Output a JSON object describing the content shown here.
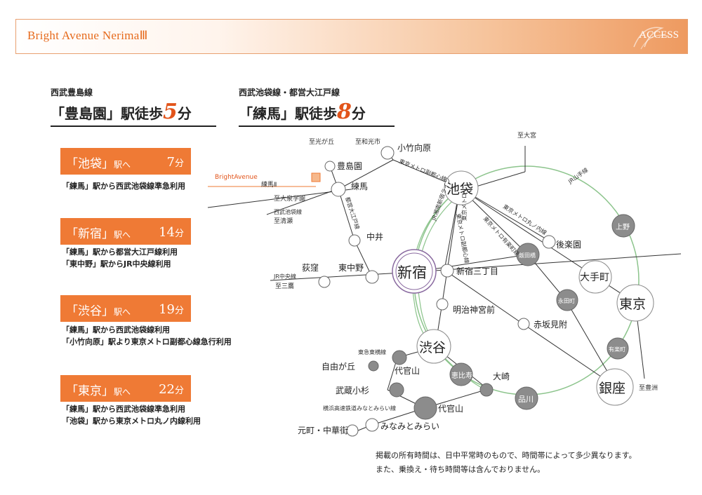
{
  "header": {
    "title": "Bright Avenue NerimaⅢ",
    "access": "ACCESS"
  },
  "walk": [
    {
      "line": "西武豊島線",
      "pre": "「豊島園」駅徒歩",
      "num": "5",
      "unit": "分"
    },
    {
      "line": "西武池袋線・都営大江戸線",
      "pre": "「練馬」駅徒歩",
      "num": "8",
      "unit": "分"
    }
  ],
  "routes": [
    {
      "station": "「池袋」",
      "suffix": "駅へ",
      "time": "7",
      "unit": "分",
      "notes": [
        "「練馬」駅から西武池袋線準急利用"
      ]
    },
    {
      "station": "「新宿」",
      "suffix": "駅へ",
      "time": "14",
      "unit": "分",
      "notes": [
        "「練馬」駅から都営大江戸線利用",
        "「東中野」駅からJR中央線利用"
      ]
    },
    {
      "station": "「渋谷」",
      "suffix": "駅へ",
      "time": "19",
      "unit": "分",
      "notes": [
        "「練馬」駅から西武池袋線利用",
        "「小竹向原」駅より東京メトロ副都心線急行利用"
      ]
    },
    {
      "station": "「東京」",
      "suffix": "駅へ",
      "time": "22",
      "unit": "分",
      "notes": [
        "「練馬」駅から西武池袋線準急利用",
        "「池袋」駅から東京メトロ丸ノ内線利用"
      ]
    }
  ],
  "map": {
    "property_line1": "BrightAvenue",
    "property_line2": "練馬Ⅱ",
    "stations": {
      "ikebukuro": "池袋",
      "shinjuku": "新宿",
      "shibuya": "渋谷",
      "tokyo": "東京",
      "ginza": "銀座",
      "otemachi": "大手町",
      "ueno": "上野",
      "iidabashi": "飯田橋",
      "nagatacho": "永田町",
      "yurakucho": "有楽町",
      "ebisu": "恵比寿",
      "shinagawa": "品川",
      "osaki": "大崎",
      "daikanyama": "代官山",
      "daikanyama2": "代官山",
      "jiyugaoka": "自由が丘",
      "musashikosugi": "武蔵小杉",
      "minatomirai": "みなみとみらい",
      "motomachi": "元町・中華街",
      "korakuen": "後楽園",
      "shinjuku3": "新宿三丁目",
      "meiji": "明治神宮前",
      "akasaka": "赤坂見附",
      "nakano": "東中野",
      "ogikubo": "荻窪",
      "nakai": "中井",
      "nerima": "練馬",
      "toshimaen": "豊島園",
      "kotake": "小竹向原"
    },
    "labels": {
      "hikarigaoka": "至光が丘",
      "wakoshi": "至和光市",
      "omiya": "至大宮",
      "oizumi": "至大泉学園",
      "seibu_ikebukuro": "西武池袋線",
      "kiyose": "至清瀬",
      "jr_chuo": "JR中央線",
      "mitaka": "至三鷹",
      "toyosu": "至豊洲",
      "toyoko": "東急東横線",
      "minatomirai_line": "横浜高速鉄道みなとみらい線"
    },
    "lines": {
      "yamanote": "JR山手線",
      "fukutoshin": "東京メトロ副都心線",
      "marunouchi": "東京メトロ丸ノ内線",
      "yurakucho_line": "東京メトロ有楽町線",
      "oedo": "都営大江戸線",
      "saikyo": "JR湘南新宿ライン",
      "fukutoshin2": "東京メトロ副都心線",
      "fukutoshin3": "東京メトロ"
    }
  },
  "footnotes": [
    "掲載の所有時間は、日中平常時のもので、時間帯によって多少異なります。",
    "また、乗換え・待ち時間等は含んでおりません。"
  ],
  "colors": {
    "accent": "#ef7a35",
    "accent_text": "#e2541a",
    "yamanote": "#8cc48c"
  }
}
